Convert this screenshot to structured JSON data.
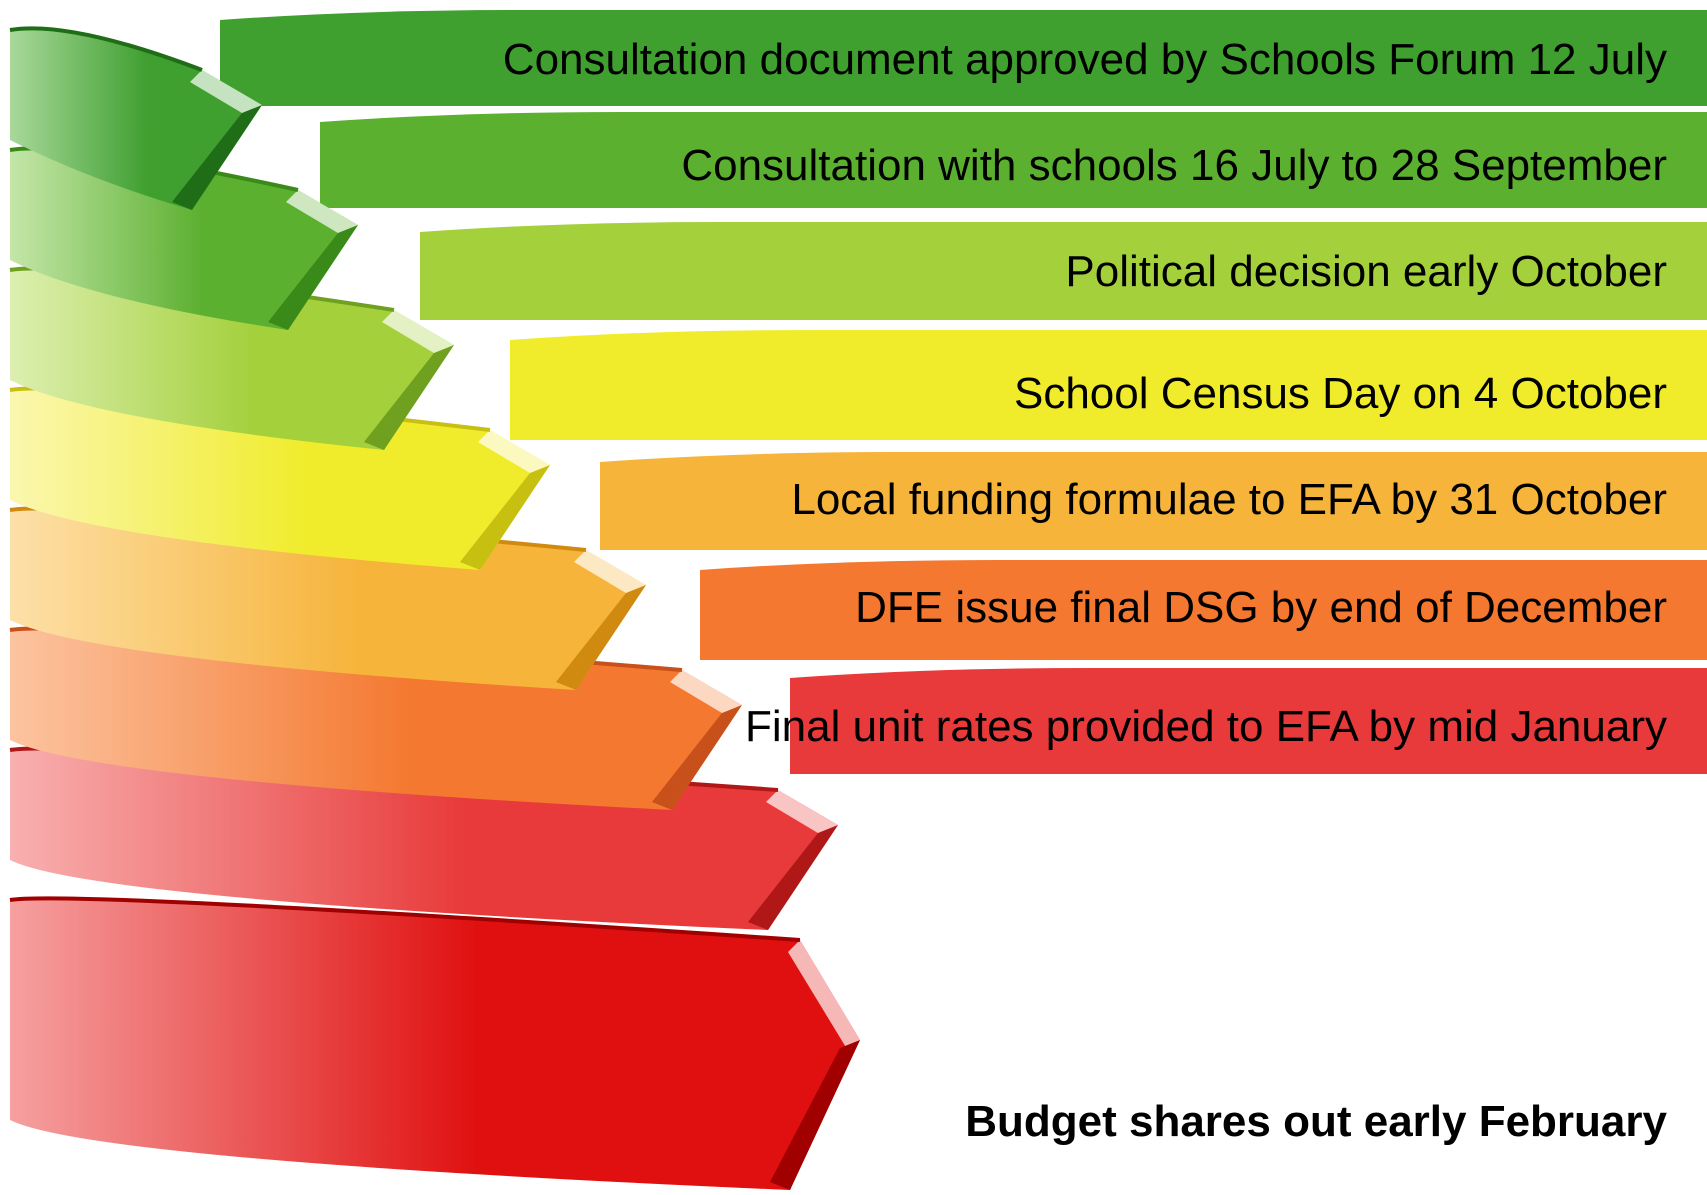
{
  "steps": [
    {
      "label": "Consultation document approved by Schools Forum 12 July",
      "color": "#3f9f2f",
      "light": "#a8d89a",
      "dark": "#1f6e17"
    },
    {
      "label": "Consultation with schools 16 July to 28 September",
      "color": "#5cb030",
      "light": "#c4e6a8",
      "dark": "#3a8a1a"
    },
    {
      "label": "Political decision early October",
      "color": "#a4d03c",
      "light": "#dcefb0",
      "dark": "#6fa020"
    },
    {
      "label": "School Census Day on 4 October",
      "color": "#f0ec2c",
      "light": "#fbf7b0",
      "dark": "#c8c010"
    },
    {
      "label": "Local funding formulae to EFA by 31 October",
      "color": "#f6b43a",
      "light": "#fde0a8",
      "dark": "#d08a10"
    },
    {
      "label": "DFE issue final DSG by end of December",
      "color": "#f4782f",
      "light": "#fcc4a0",
      "dark": "#c8501a"
    },
    {
      "label": "Final unit rates provided to EFA by mid January",
      "color": "#e83a3a",
      "light": "#f8b0b0",
      "dark": "#b01818"
    },
    {
      "label": "Budget shares out early February",
      "color": "#e01010",
      "light": "#f6a0a0",
      "dark": "#a00000"
    }
  ]
}
